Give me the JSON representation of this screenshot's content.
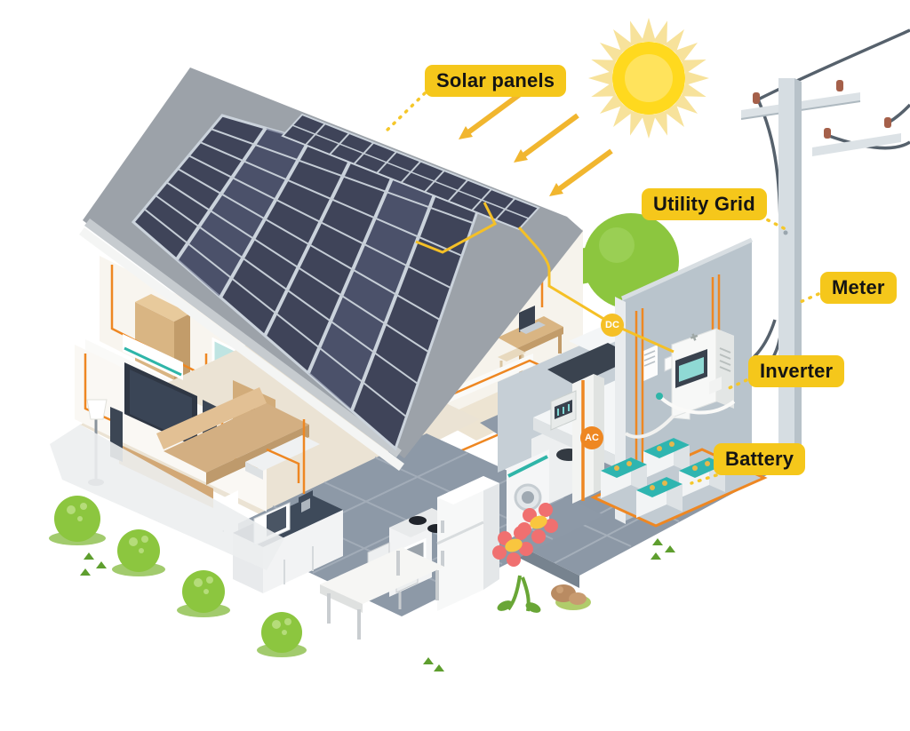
{
  "scene": {
    "description": "Isometric cutaway illustration of a two-story house with a rooftop solar panel system connected to an inverter, battery bank, meter and the utility grid"
  },
  "labels": {
    "solar_panels": "Solar panels",
    "utility_grid": "Utility Grid",
    "meter": "Meter",
    "inverter": "Inverter",
    "battery": "Battery"
  },
  "wire_badges": {
    "dc": "DC",
    "ac": "AC"
  },
  "colors": {
    "label_background": "#F5C71B",
    "label_text": "#141414",
    "dc_wire": "#F5C026",
    "ac_wire": "#EE8722",
    "solar_panel": "#3F4459",
    "roof": "#9CA2A9",
    "grass": "#90C83E",
    "ground_rim": "#C79B66",
    "battery_top": "#2FB5B0",
    "sun": "#FFD91E"
  }
}
